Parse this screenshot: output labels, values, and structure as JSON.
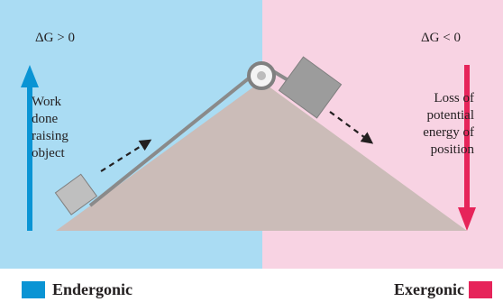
{
  "colors": {
    "endergonic_bg": "#aadcf3",
    "exergonic_bg": "#f8d3e3",
    "endergonic_arrow": "#0a94d4",
    "exergonic_arrow": "#e6245a",
    "hill": "#cbbcb8",
    "box": "#9c9c9c",
    "box_light": "#bfbfbf",
    "rope": "#8a8a8a"
  },
  "left": {
    "delta_g": "ΔG > 0",
    "work_label": [
      "Work",
      "done",
      "raising",
      "object"
    ]
  },
  "right": {
    "delta_g": "ΔG < 0",
    "loss_label": [
      "Loss of",
      "potential",
      "energy of",
      "position"
    ]
  },
  "legend": {
    "endergonic": "Endergonic",
    "exergonic": "Exergonic"
  }
}
